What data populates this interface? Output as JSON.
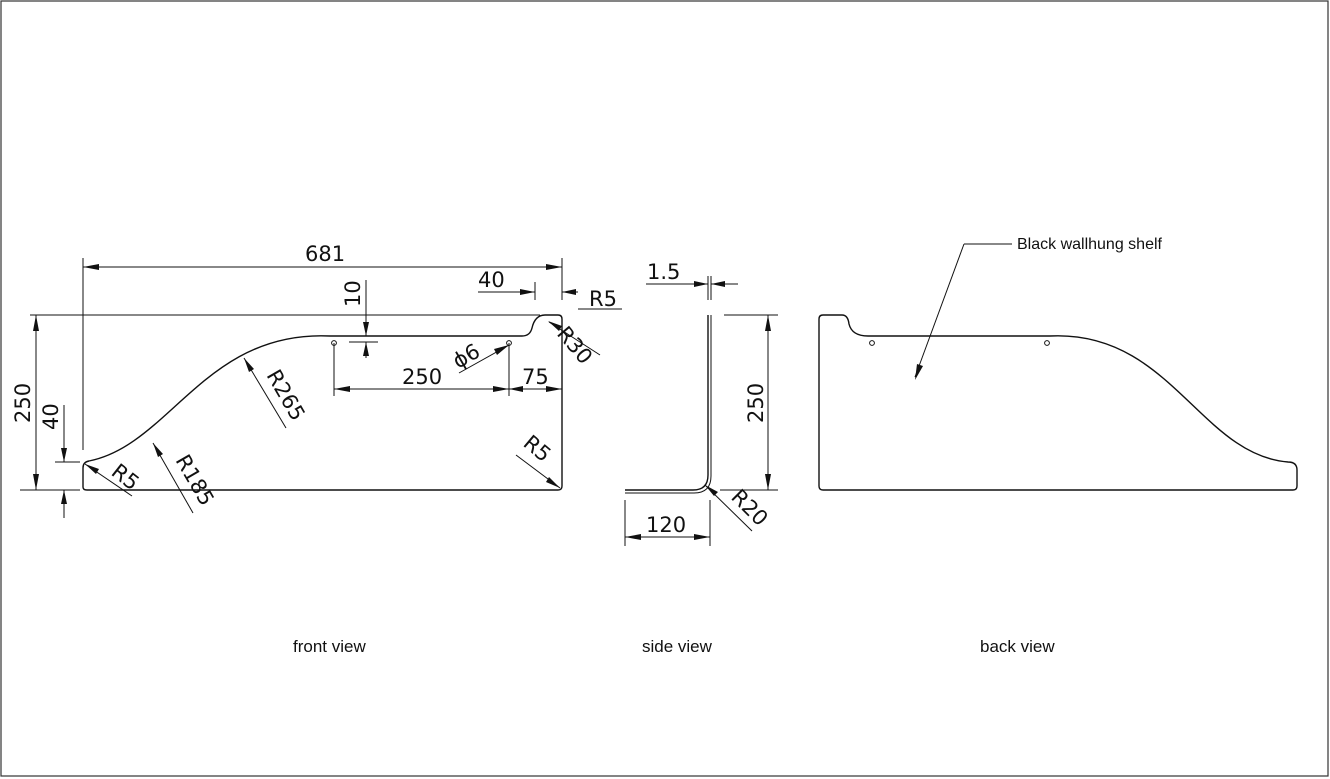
{
  "drawing": {
    "front_view": {
      "caption": "front view",
      "dims": {
        "overall_width": "681",
        "notch_width": "40",
        "notch_depth": "10",
        "notch_radius": "R5",
        "notch_curve_radius": "R30",
        "hole_spacing": "250",
        "hole_diameter": "ϕ6",
        "hole_offset": "75",
        "overall_height": "250",
        "end_height": "40",
        "corner_radius_left": "R5",
        "curve_radius_lower": "R185",
        "curve_radius_upper": "R265",
        "corner_radius_right": "R5"
      }
    },
    "side_view": {
      "caption": "side view",
      "dims": {
        "thickness": "1.5",
        "height": "250",
        "depth": "120",
        "bend_radius": "R20"
      }
    },
    "back_view": {
      "caption": "back view",
      "note": "Black wallhung shelf"
    }
  }
}
